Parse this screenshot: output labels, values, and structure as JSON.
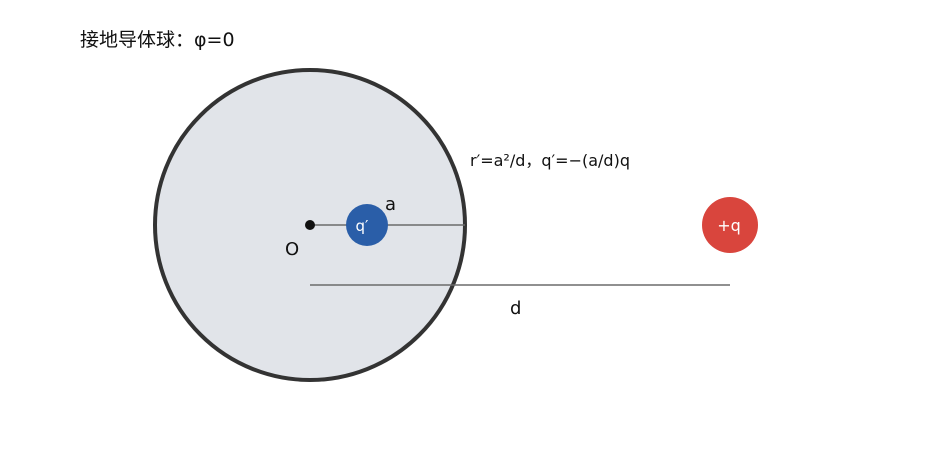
{
  "title": "接地导体球：φ=0",
  "labels": {
    "center": "O",
    "radius": "a",
    "distance": "d",
    "image_charge": "q′",
    "source_charge": "+q",
    "formula": "r′=a²/d，q′=−(a/d)q"
  },
  "colors": {
    "sphere_fill": "#e1e4e9",
    "sphere_stroke": "#333333",
    "image_charge": "#2a5ea8",
    "source_charge": "#d9453d",
    "line": "#6b6b6b"
  }
}
